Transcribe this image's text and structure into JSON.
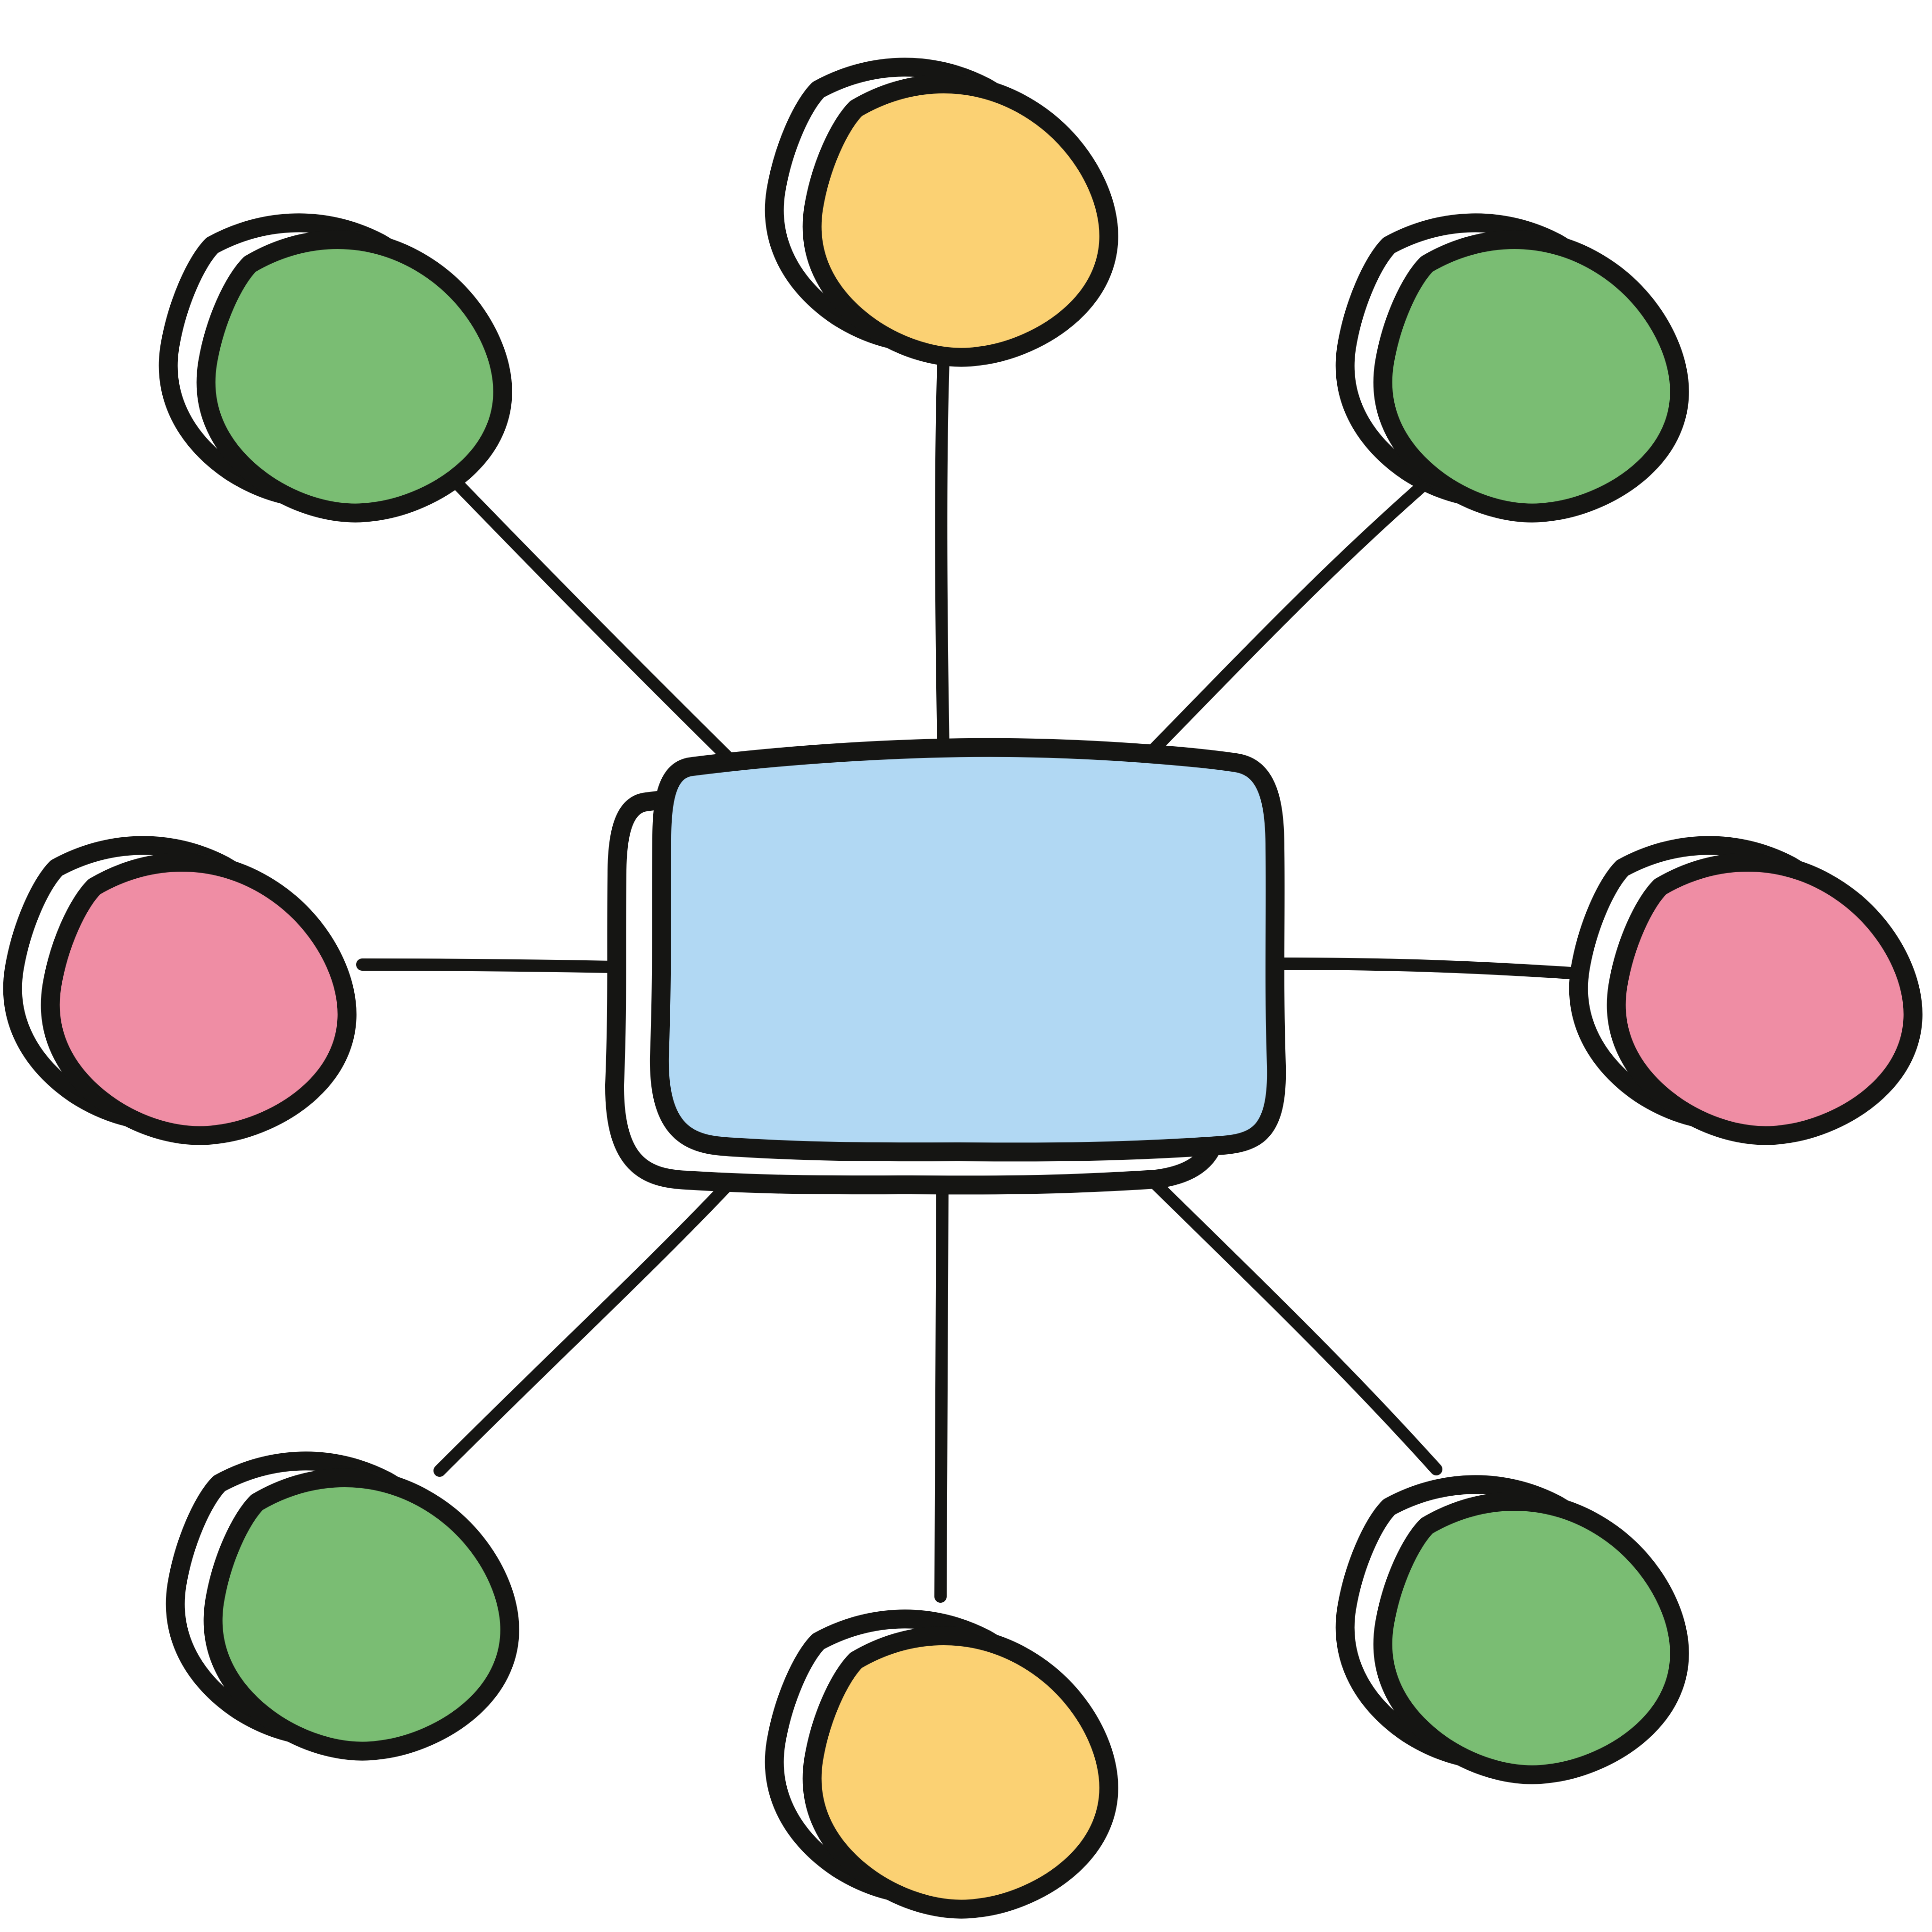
{
  "diagram": {
    "type": "hub-and-spoke",
    "hub": {
      "shape": "rounded-rectangle",
      "color": "#b1d8f3"
    },
    "nodes": [
      {
        "id": "node-top",
        "position": "top",
        "color": "#fbd173"
      },
      {
        "id": "node-top-right",
        "position": "top-right",
        "color": "#7abd73"
      },
      {
        "id": "node-right",
        "position": "right",
        "color": "#ef8da4"
      },
      {
        "id": "node-bottom-right",
        "position": "bottom-right",
        "color": "#7abd73"
      },
      {
        "id": "node-bottom",
        "position": "bottom",
        "color": "#fbd173"
      },
      {
        "id": "node-bottom-left",
        "position": "bottom-left",
        "color": "#7abd73"
      },
      {
        "id": "node-left",
        "position": "left",
        "color": "#ef8da4"
      },
      {
        "id": "node-top-left",
        "position": "top-left",
        "color": "#7abd73"
      }
    ],
    "colors": {
      "stroke": "#151513",
      "background": "#ffffff"
    }
  }
}
